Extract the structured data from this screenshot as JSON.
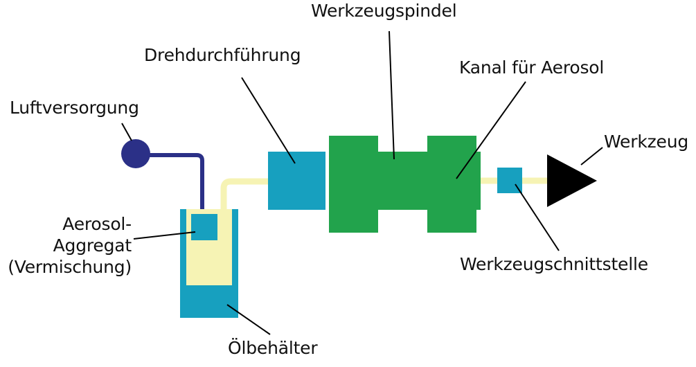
{
  "labels": {
    "luftversorgung": "Luftversorgung",
    "drehdurchfuehrung": "Drehdurchführung",
    "werkzeugspindel": "Werkzeugspindel",
    "kanal": "Kanal für Aerosol",
    "werkzeug": "Werkzeug",
    "aggregat": [
      "Aerosol-",
      "Aggregat",
      "(Vermischung)"
    ],
    "werkzeugschnittstelle": "Werkzeugschnittstelle",
    "oelbehaelter": "Ölbehälter"
  },
  "colors": {
    "air": "#2b3087",
    "oil": "#f6f3b4",
    "tank": "#17a0bf",
    "spindle": "#22a34c",
    "tool": "#000000",
    "leader": "#000000"
  }
}
